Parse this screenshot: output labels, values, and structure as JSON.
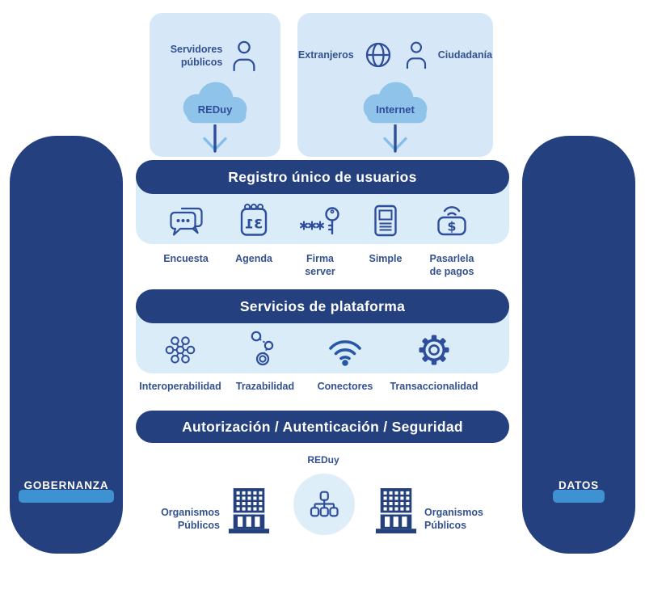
{
  "palette": {
    "navy": "#24407E",
    "icon_navy": "#2E4D9B",
    "label_navy": "#33518F",
    "light_box": "#D6E8F7",
    "light_row": "#DAECF8",
    "cloud_blue": "#8FC3E9",
    "arrow_chevron": "#85BEEA",
    "badge_blue": "#3E92D1",
    "wifi_blue": "#2657A8",
    "circle_bg": "#DDEEF9"
  },
  "pillars": {
    "left": "GOBERNANZA",
    "right": "DATOS"
  },
  "top_sources": {
    "reduy_box": {
      "user_label": "Servidores\npúblicos",
      "user_icon": "person-icon",
      "cloud_label": "REDuy"
    },
    "internet_box": {
      "left_label": "Extranjeros",
      "right_label": "Ciudadanía",
      "icons": [
        "globe-icon",
        "person-icon"
      ],
      "cloud_label": "Internet"
    }
  },
  "sections": [
    {
      "header": "Registro único de usuarios",
      "items": [
        {
          "icon": "chat-bubbles-icon",
          "label": "Encuesta"
        },
        {
          "icon": "calendar-icon",
          "icon_text": "31",
          "label": "Agenda"
        },
        {
          "icon": "key-icon",
          "label": "Firma\nserver"
        },
        {
          "icon": "document-icon",
          "label": "Simple"
        },
        {
          "icon": "payment-card-icon",
          "icon_text": "$",
          "label": "Pasarlela\nde pagos"
        }
      ]
    },
    {
      "header": "Servicios de plataforma",
      "items": [
        {
          "icon": "interoperability-network-icon",
          "label": "Interoperabilidad"
        },
        {
          "icon": "traceability-nodes-icon",
          "label": "Trazabilidad"
        },
        {
          "icon": "wifi-icon",
          "label": "Conectores"
        },
        {
          "icon": "gear-icon",
          "label": "Transaccionalidad"
        }
      ]
    },
    {
      "header": "Autorización / Autenticación / Seguridad"
    }
  ],
  "bottom": {
    "network_label": "REDuy",
    "network_icon": "org-hierarchy-icon",
    "left_org_label": "Organismos\nPúblicos",
    "right_org_label": "Organismos\nPúblicos",
    "building_icon": "government-building-icon"
  }
}
